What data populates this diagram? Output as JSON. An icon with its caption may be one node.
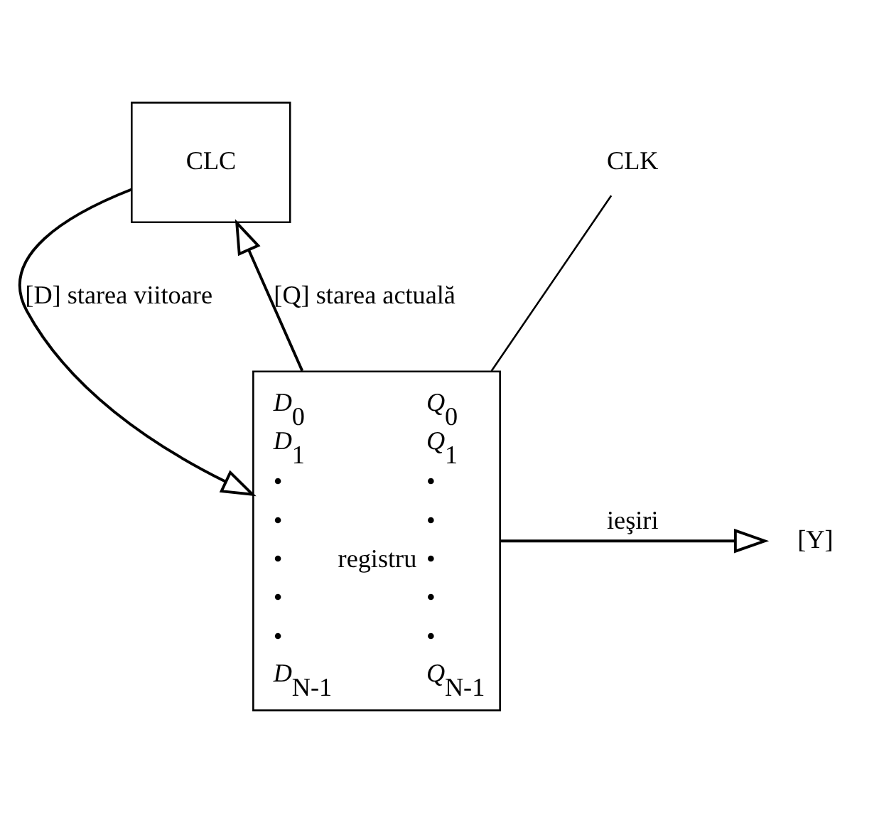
{
  "diagram": {
    "nodes": [
      {
        "text": [
          "CLC"
        ]
      },
      {
        "text": [
          "D$_{0}$",
          "D$_{1}$",
          "•",
          "•",
          "•",
          "•",
          "•",
          "D$_{N-1}$",
          "Q$_{0}$",
          "Q$_{1}$",
          "•",
          "•",
          "•",
          "•",
          "•",
          "Q$_{N-1}$",
          "registru"
        ]
      },
      {
        "text": [
          "[Y]"
        ]
      },
      {
        "text": [
          "CLK"
        ]
      }
    ],
    "edges": [
      {
        "from": 0,
        "to": 1,
        "arrow": "to",
        "label": "[D] starea viitoare"
      },
      {
        "from": 1,
        "to": 0,
        "arrow": "to",
        "label": "[Q] starea actuală"
      },
      {
        "from": 1,
        "to": 2,
        "arrow": "to",
        "label": "ieşiri"
      },
      {
        "from": 3,
        "to": 1,
        "arrow": "none"
      }
    ]
  }
}
